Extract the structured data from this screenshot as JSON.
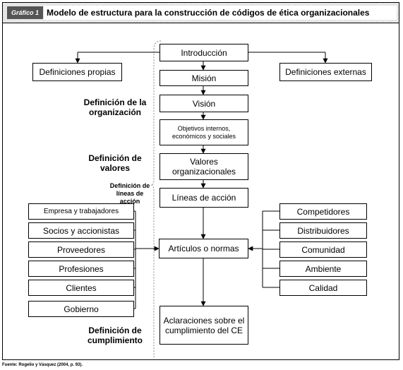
{
  "header": {
    "badge": "Gráfico 1",
    "title": "Modelo de estructura para la construcción de códigos de ética organizacionales"
  },
  "center": {
    "introduccion": "Introducción",
    "mision": "Misión",
    "vision": "Visión",
    "objetivos": "Objetivos internos, económicos y sociales",
    "valores": "Valores organizacionales",
    "lineas": "Líneas de acción",
    "articulos": "Artículos o normas",
    "aclaraciones": "Aclaraciones sobre el cumplimiento del CE"
  },
  "top_left": "Definiciones propias",
  "top_right": "Definiciones externas",
  "sections": {
    "organizacion": "Definición de la organización",
    "valores": "Definición de valores",
    "lineas": "Definición de líneas de acción",
    "cumplimiento": "Definición de cumplimiento"
  },
  "left_items": [
    "Empresa y trabajadores",
    "Socios y accionistas",
    "Proveedores",
    "Profesiones",
    "Clientes",
    "Gobierno"
  ],
  "right_items": [
    "Competidores",
    "Distribuidores",
    "Comunidad",
    "Ambiente",
    "Calidad"
  ],
  "source": "Fuente: Rogelio y Vásquez (2004, p. 93)."
}
